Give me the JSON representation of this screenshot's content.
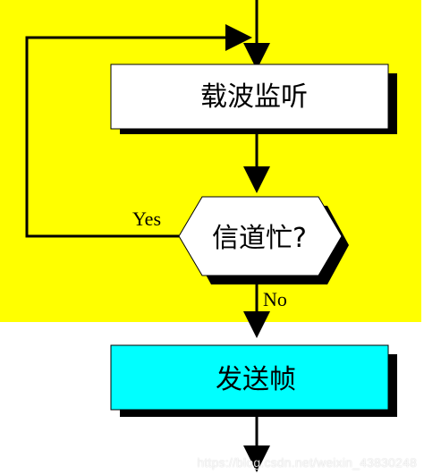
{
  "diagram": {
    "nodes": {
      "carrier_sense": {
        "label": "载波监听",
        "fill": "#ffffff"
      },
      "channel_busy": {
        "label": "信道忙?",
        "fill": "#ffffff"
      },
      "send_frame": {
        "label": "发送帧",
        "fill": "#00ffff"
      }
    },
    "edges": {
      "yes_label": "Yes",
      "no_label": "No"
    },
    "colors": {
      "region_background": "#ffff00",
      "shadow": "#000000",
      "stroke": "#000000"
    }
  },
  "watermark": "https://blog.csdn.net/weixin_43830248"
}
